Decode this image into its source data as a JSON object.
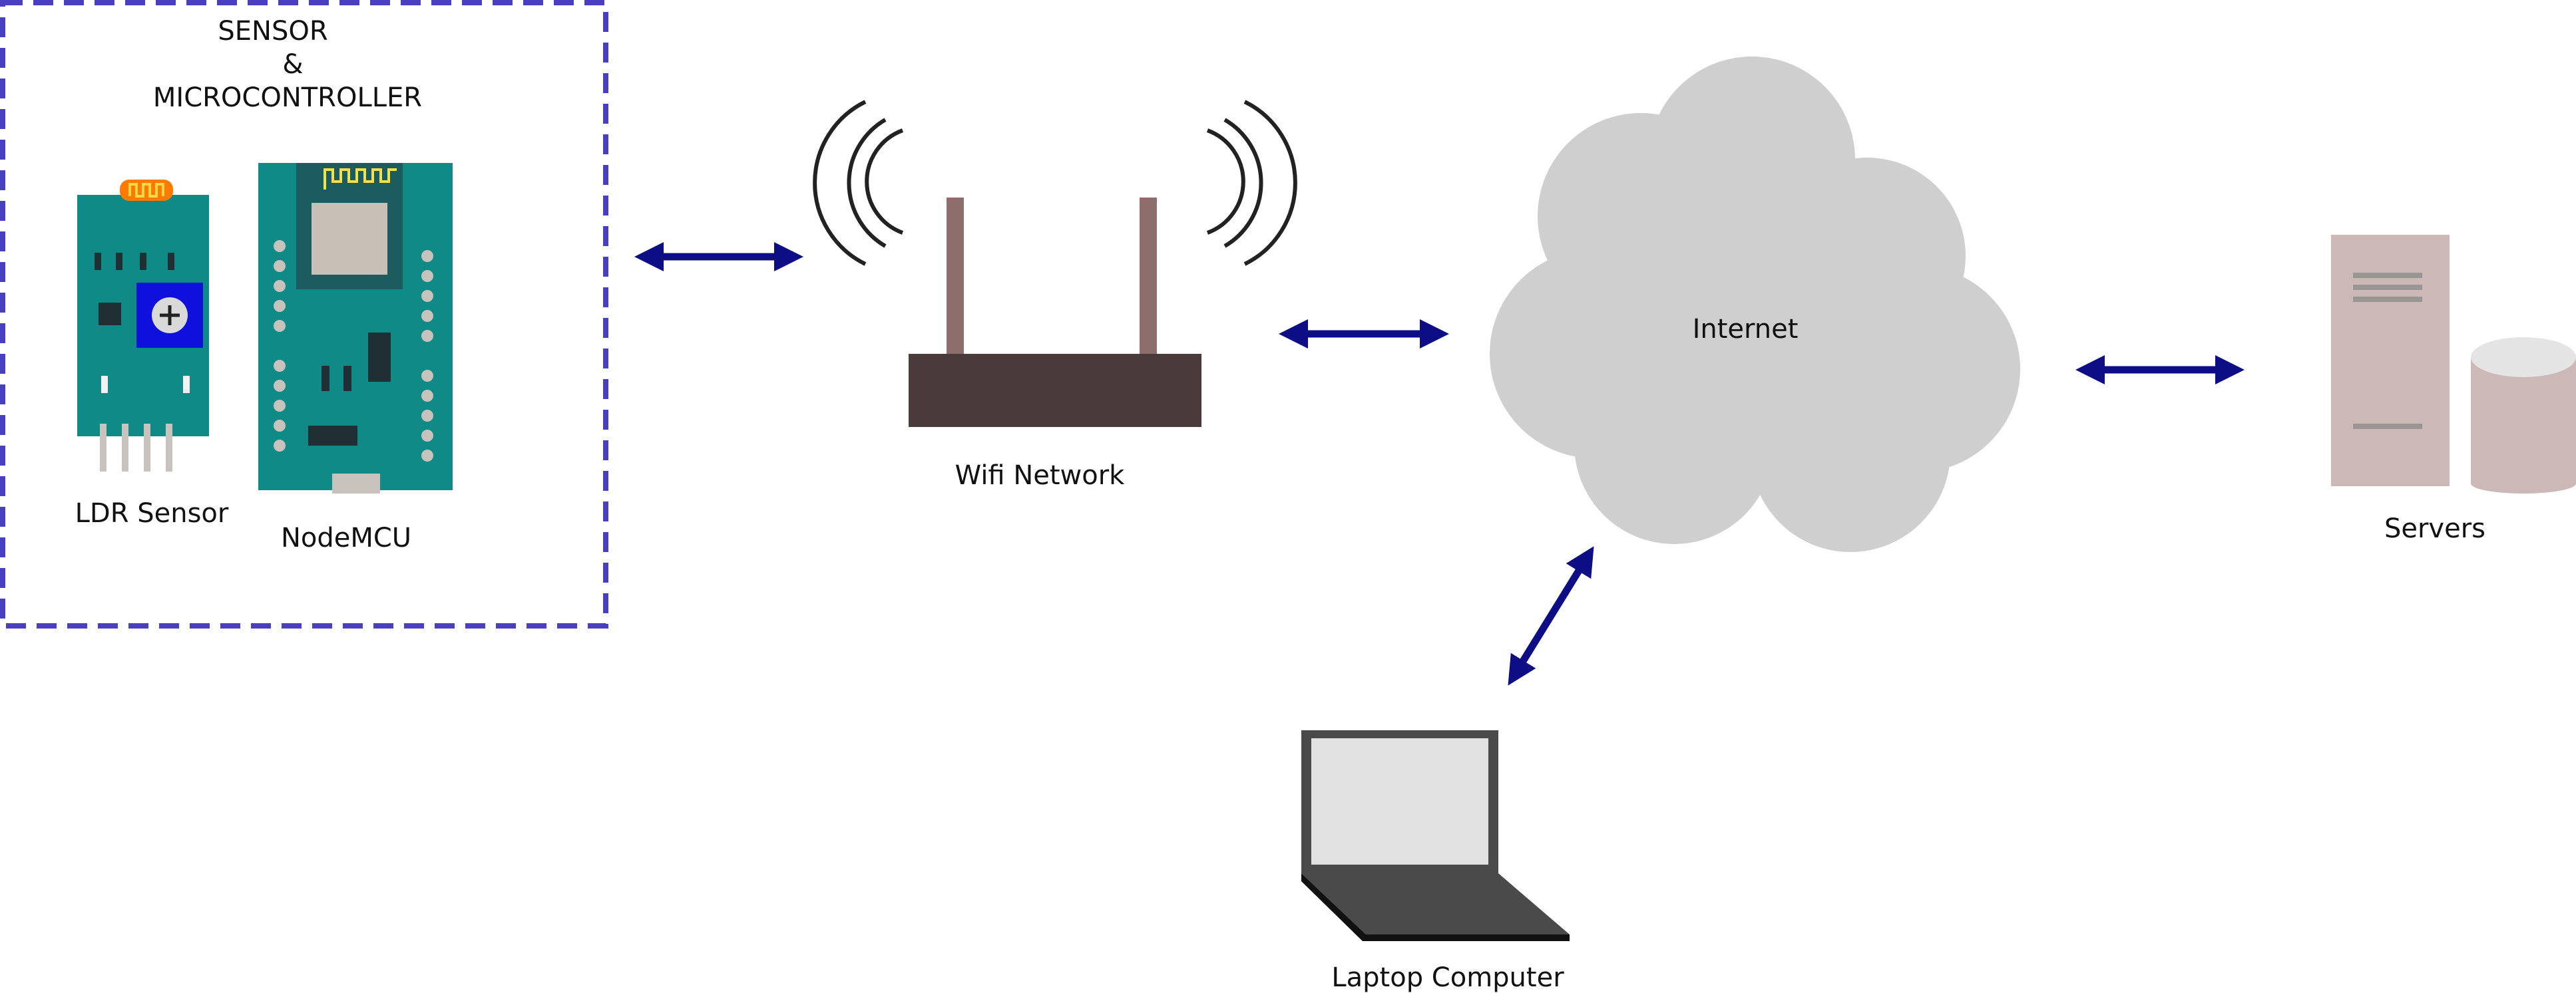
{
  "group": {
    "title_line1": "SENSOR",
    "title_line2": "&",
    "title_line3": "MICROCONTROLLER",
    "border_color": "#4a3fbf"
  },
  "nodes": {
    "ldr_sensor": {
      "label": "LDR Sensor",
      "icon": "ldr-sensor-board-icon"
    },
    "nodemcu": {
      "label": "NodeMCU",
      "icon": "nodemcu-board-icon"
    },
    "wifi": {
      "label": "Wifi Network",
      "icon": "wifi-router-icon"
    },
    "internet": {
      "label": "Internet",
      "icon": "cloud-icon"
    },
    "servers": {
      "label": "Servers",
      "icon": "server-database-icon"
    },
    "laptop": {
      "label": "Laptop Computer",
      "icon": "laptop-icon"
    }
  },
  "colors": {
    "arrow": "#0d0d85",
    "board": "#0f8a87",
    "cloud": "#cfcfcf",
    "router": "#4b3a3a",
    "server": "#cdb8b8"
  }
}
